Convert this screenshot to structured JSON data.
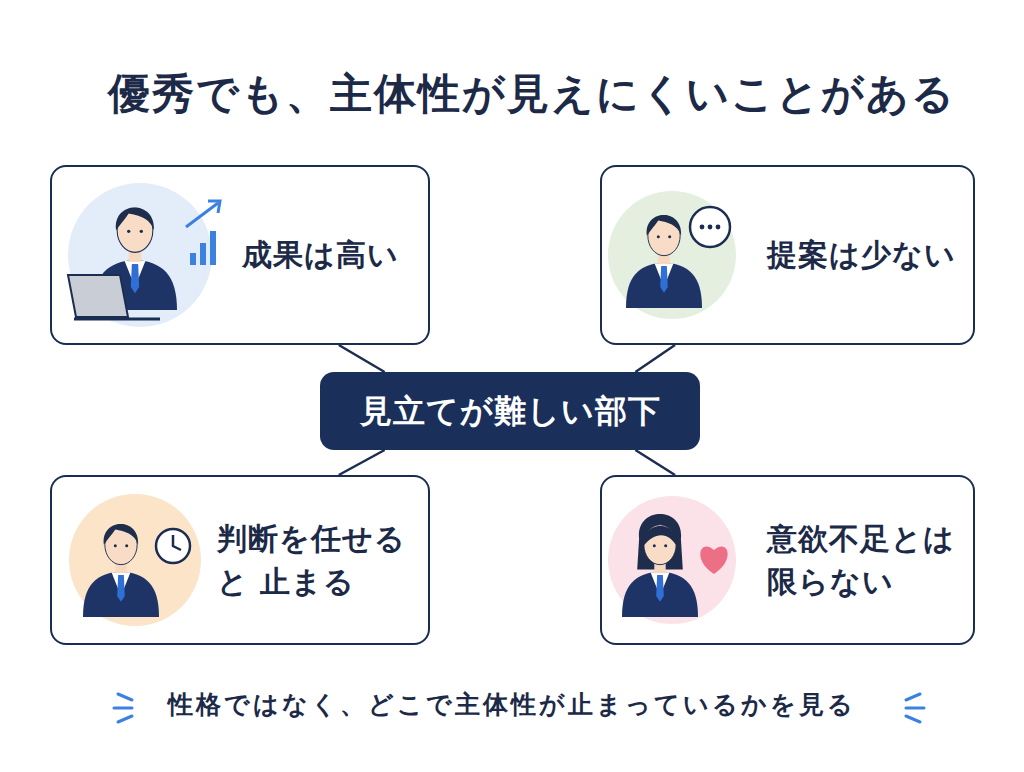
{
  "diagram": {
    "title": "優秀でも、主体性が見えにくいことがある",
    "caption": "性格ではなく、どこで主体性が止まっているかを見る",
    "nodes": [
      {
        "text": [
          "成果は高い"
        ]
      },
      {
        "text": [
          "提案は少ない"
        ]
      },
      {
        "text": [
          "見立てが難しい部下"
        ]
      },
      {
        "text": [
          "判断を任せると 止まる"
        ]
      },
      {
        "text": [
          "意欲不足とは 限らない"
        ]
      }
    ],
    "edges": [
      {
        "from": 2,
        "to": 0,
        "arrow": "none"
      },
      {
        "from": 2,
        "to": 1,
        "arrow": "none"
      },
      {
        "from": 2,
        "to": 3,
        "arrow": "none"
      },
      {
        "from": 2,
        "to": 4,
        "arrow": "none"
      }
    ]
  }
}
